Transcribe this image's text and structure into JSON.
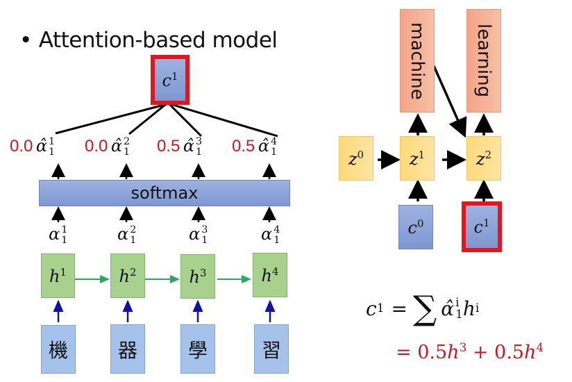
{
  "slide": {
    "title": "Attention-based model",
    "bullet": "•"
  },
  "encoder": {
    "inputs": [
      "機",
      "器",
      "學",
      "習"
    ],
    "hidden": [
      {
        "base": "h",
        "sup": "1"
      },
      {
        "base": "h",
        "sup": "2"
      },
      {
        "base": "h",
        "sup": "3"
      },
      {
        "base": "h",
        "sup": "4"
      }
    ],
    "alphas": [
      {
        "base": "α",
        "sub": "1",
        "sup": "1"
      },
      {
        "base": "α",
        "sub": "1",
        "sup": "2"
      },
      {
        "base": "α",
        "sub": "1",
        "sup": "3"
      },
      {
        "base": "α",
        "sub": "1",
        "sup": "4"
      }
    ],
    "softmax_label": "softmax",
    "alpha_hats": [
      {
        "value": "0.0",
        "base": "α̂",
        "sub": "1",
        "sup": "1"
      },
      {
        "value": "0.0",
        "base": "α̂",
        "sub": "1",
        "sup": "2"
      },
      {
        "value": "0.5",
        "base": "α̂",
        "sub": "1",
        "sup": "3"
      },
      {
        "value": "0.5",
        "base": "α̂",
        "sub": "1",
        "sup": "4"
      }
    ],
    "context": {
      "base": "c",
      "sup": "1"
    }
  },
  "decoder": {
    "states": [
      {
        "base": "z",
        "sup": "0"
      },
      {
        "base": "z",
        "sup": "1"
      },
      {
        "base": "z",
        "sup": "2"
      }
    ],
    "contexts": [
      {
        "base": "c",
        "sup": "0"
      },
      {
        "base": "c",
        "sup": "1"
      }
    ],
    "outputs": [
      "machine",
      "learning"
    ]
  },
  "formula": {
    "lhs": "c",
    "lhs_sup": "1",
    "eq": "=",
    "sum": "∑",
    "term_base": "α̂",
    "term_sub": "1",
    "term_sup": "i",
    "term_h": "h",
    "term_h_sup": "i",
    "line2": {
      "eq": "=",
      "coef1": "0.5",
      "h1_sup": "3",
      "plus": "+",
      "coef2": "0.5",
      "h2_sup": "4",
      "h": "h"
    }
  },
  "colors": {
    "highlight": "#e8141b",
    "value_text": "#d0151c",
    "encoder_arrow": "#1010b0",
    "recurrent_arrow": "#2aa860"
  }
}
